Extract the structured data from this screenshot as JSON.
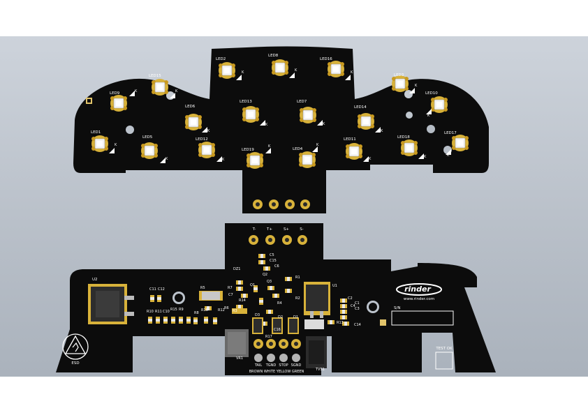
{
  "board": {
    "colors": {
      "solder_mask": "#0c0c0c",
      "silkscreen": "#ffffff",
      "copper": "#d8b23a",
      "background": "#bcc3cc"
    },
    "top_leds": [
      "LED1",
      "LED2",
      "LED3",
      "LED4",
      "LED5",
      "LED6",
      "LED7",
      "LED8",
      "LED9",
      "LED10",
      "LED11",
      "LED12",
      "LED13",
      "LED14",
      "LED15",
      "LED16",
      "LED17",
      "LED18",
      "LED19"
    ],
    "cathode_mark": "K",
    "connector_top": [
      "T-",
      "T+",
      "S+",
      "S-"
    ],
    "connector_bottom": [
      "TAIL",
      "TGND",
      "STOP",
      "SGND"
    ],
    "wire_colors": "BROWN WHITE YELLOW GREEN",
    "brand": "rinder",
    "website": "www.rinder.com",
    "serial_label": "S/N",
    "test_label": "TEST OK",
    "esd_label": "ESD",
    "components": {
      "u1": "U1",
      "u2": "U2",
      "vr1": "VR1",
      "tvs1": "TVS1",
      "dz1": "DZ1",
      "q1": "Q1",
      "q2": "Q2",
      "q3": "Q3",
      "d1": "D1",
      "d2": "D2",
      "d3": "D3",
      "r1": "R1",
      "r2": "R2",
      "r3": "R3",
      "r4": "R4",
      "r5": "R5",
      "r6": "R6",
      "r7": "R7",
      "r8": "R8",
      "r9": "R9",
      "r10": "R10",
      "r11": "R11",
      "r12": "R12",
      "r13": "R13",
      "r14": "R14",
      "r15": "R15",
      "r16": "R16",
      "r17": "R17",
      "c1": "C1",
      "c2": "C2",
      "c3": "C3",
      "c4": "C4",
      "c5": "C5",
      "c6": "C6",
      "c7": "C7",
      "c10": "C10",
      "c11": "C11",
      "c12": "C12",
      "c14": "C14",
      "c15": "C15",
      "c16": "C16"
    }
  }
}
